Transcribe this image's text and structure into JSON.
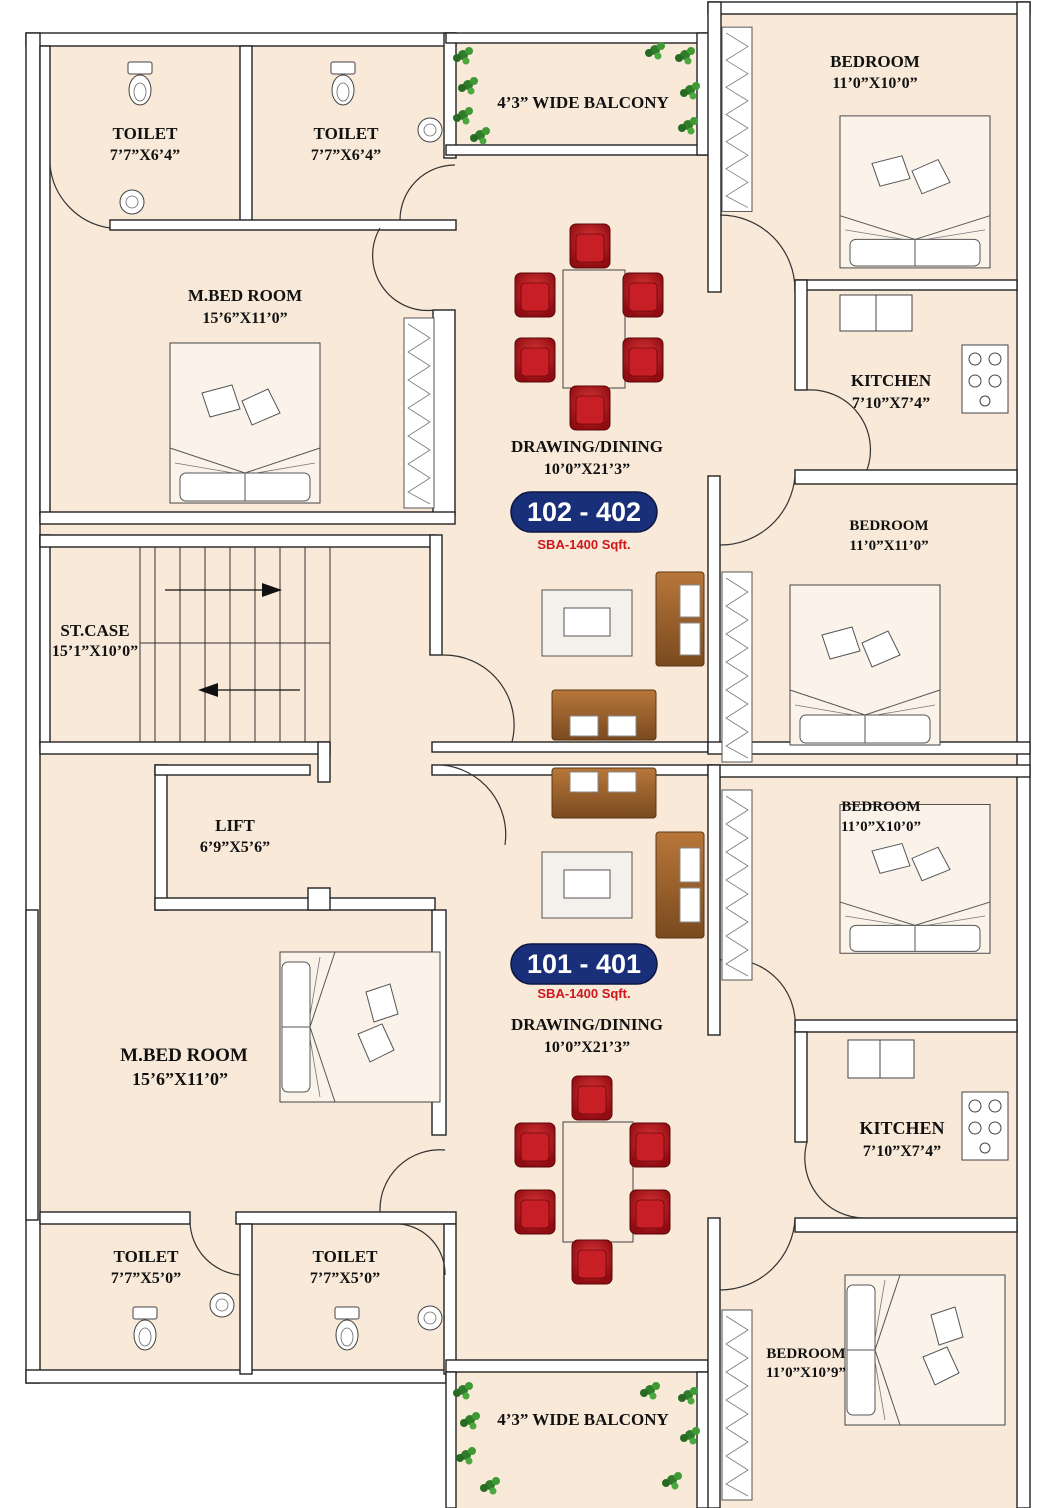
{
  "rooms": {
    "toilet_tl1": {
      "name": "TOILET",
      "dim": "7’7”X6’4”"
    },
    "toilet_tl2": {
      "name": "TOILET",
      "dim": "7’7”X6’4”"
    },
    "balcony_top": {
      "name": "4’3” WIDE BALCONY"
    },
    "bedroom_tr": {
      "name": "BEDROOM",
      "dim": "11’0”X10’0”"
    },
    "mbed_top": {
      "name": "M.BED ROOM",
      "dim": "15’6”X11’0”"
    },
    "kitchen_top": {
      "name": "KITCHEN",
      "dim": "7’10”X7’4”"
    },
    "dining_top": {
      "name": "DRAWING/DINING",
      "dim": "10’0”X21’3”"
    },
    "bedroom_mr": {
      "name": "BEDROOM",
      "dim": "11’0”X11’0”"
    },
    "staircase": {
      "name": "ST.CASE",
      "dim": "15’1”X10’0”"
    },
    "lift": {
      "name": "LIFT",
      "dim": "6’9”X5’6”"
    },
    "bedroom_lr": {
      "name": "BEDROOM",
      "dim": "11’0”X10’0”"
    },
    "mbed_bottom": {
      "name": "M.BED ROOM",
      "dim": "15’6”X11’0”"
    },
    "dining_bottom": {
      "name": "DRAWING/DINING",
      "dim": "10’0”X21’3”"
    },
    "kitchen_bottom": {
      "name": "KITCHEN",
      "dim": "7’10”X7’4”"
    },
    "toilet_bl1": {
      "name": "TOILET",
      "dim": "7’7”X5’0”"
    },
    "toilet_bl2": {
      "name": "TOILET",
      "dim": "7’7”X5’0”"
    },
    "bedroom_br": {
      "name": "BEDROOM",
      "dim": "11’0”X10’9”"
    },
    "balcony_bottom": {
      "name": "4’3” WIDE BALCONY"
    }
  },
  "units": {
    "top": {
      "label": "102 - 402",
      "area": "SBA-1400 Sqft."
    },
    "bottom": {
      "label": "101 - 401",
      "area": "SBA-1400 Sqft."
    }
  },
  "colors": {
    "floor": "#f8e9d8",
    "wall": "#ffffff",
    "unit_badge": "#1a2f7a",
    "area_text": "#d0161b",
    "chair": "#b3121b",
    "sofa": "#9a5f2a",
    "plant": "#2f7d2a"
  }
}
